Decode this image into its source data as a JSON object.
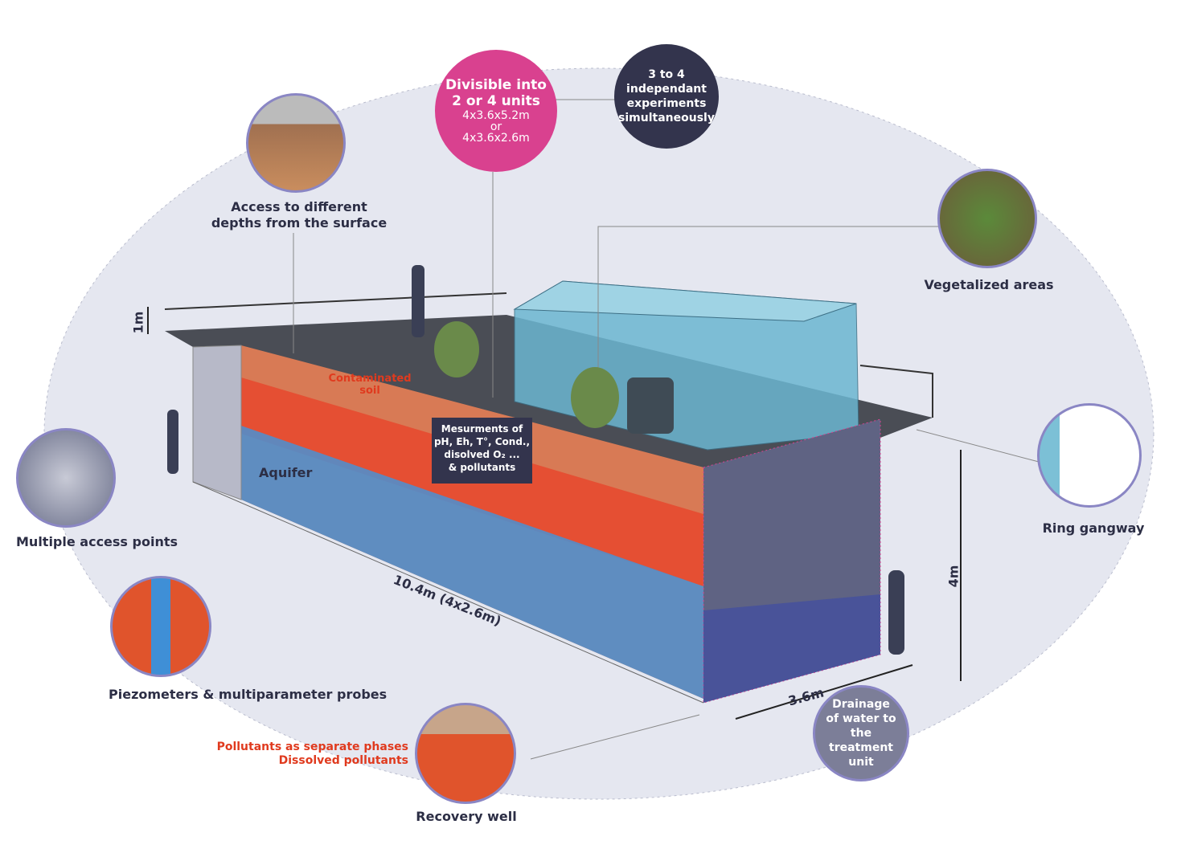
{
  "title_bubbles": {
    "divisible": {
      "line1": "Divisible into",
      "line2": "2 or 4 units",
      "dim1": "4x3.6x5.2m",
      "or": "or",
      "dim2": "4x3.6x2.6m"
    },
    "experiments": {
      "line1": "3 to 4",
      "line2": "independant",
      "line3": "experiments",
      "line4": "simultaneously"
    },
    "drainage": {
      "line1": "Drainage",
      "line2": "of water to the",
      "line3": "treatment",
      "line4": "unit"
    }
  },
  "callouts": {
    "access_depths": {
      "line1": "Access to different",
      "line2": "depths from the surface"
    },
    "vegetalized": "Vegetalized areas",
    "ring_gangway": "Ring gangway",
    "multiple_access": "Multiple access points",
    "piezometers": "Piezometers & multiparameter probes",
    "recovery_well": "Recovery well",
    "pollutants_separate": "Pollutants as separate phases",
    "dissolved_pollutants": "Dissolved pollutants"
  },
  "diagram_labels": {
    "contaminated_soil": {
      "line1": "Contaminated",
      "line2": "soil"
    },
    "aquifer": "Aquifer",
    "measurements": {
      "line1": "Mesurments of",
      "line2": "pH, Eh, T°, Cond.,",
      "line3": "disolved O₂ ...",
      "line4": "& pollutants"
    }
  },
  "dimensions": {
    "height_rail": "1m",
    "height": "4m",
    "width": "3.6m",
    "length": "10.4m (4x2.6m)"
  },
  "colors": {
    "pink": "#d9418f",
    "dark": "#33344d",
    "drainage": "#7c7e98",
    "soil_red": "#e03a1e",
    "water_blue": "#3f8fd6"
  }
}
